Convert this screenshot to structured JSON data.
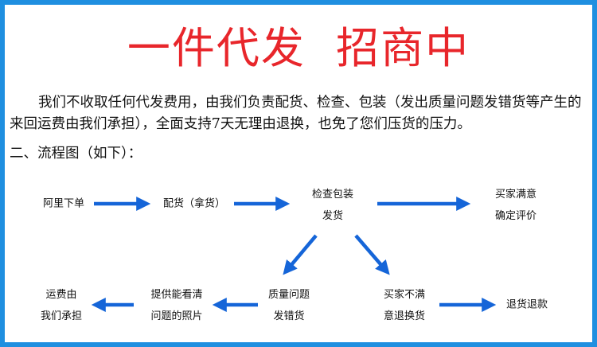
{
  "header": {
    "title": "一件代发  招商中"
  },
  "intro": {
    "text": "我们不收取任何代发费用，由我们负责配货、检查、包装（发出质量问题发错货等产生的来回运费由我们承担），全面支持7天无理由退换，也免了您们压货的压力。"
  },
  "flowchart": {
    "heading": "二、流程图（如下）：",
    "nodes": {
      "place_order": "阿里下单",
      "picking": "配货（拿货）",
      "inspect_pack": "检查包装",
      "ship": "发货",
      "buyer_satisfied": "买家满意",
      "confirm_review": "确定评价",
      "quality_issue": "质量问题",
      "wrong_item": "发错货",
      "buyer_unsatisfied": "买家不满",
      "want_exchange": "意退换货",
      "photo_1": "提供能看清",
      "photo_2": "问题的照片",
      "shipping_1": "运费由",
      "shipping_2": "我们承担",
      "refund": "退货退款"
    }
  },
  "colors": {
    "title": "#e8262b",
    "arrow": "#1565d8",
    "border": "#1f8fe0"
  }
}
